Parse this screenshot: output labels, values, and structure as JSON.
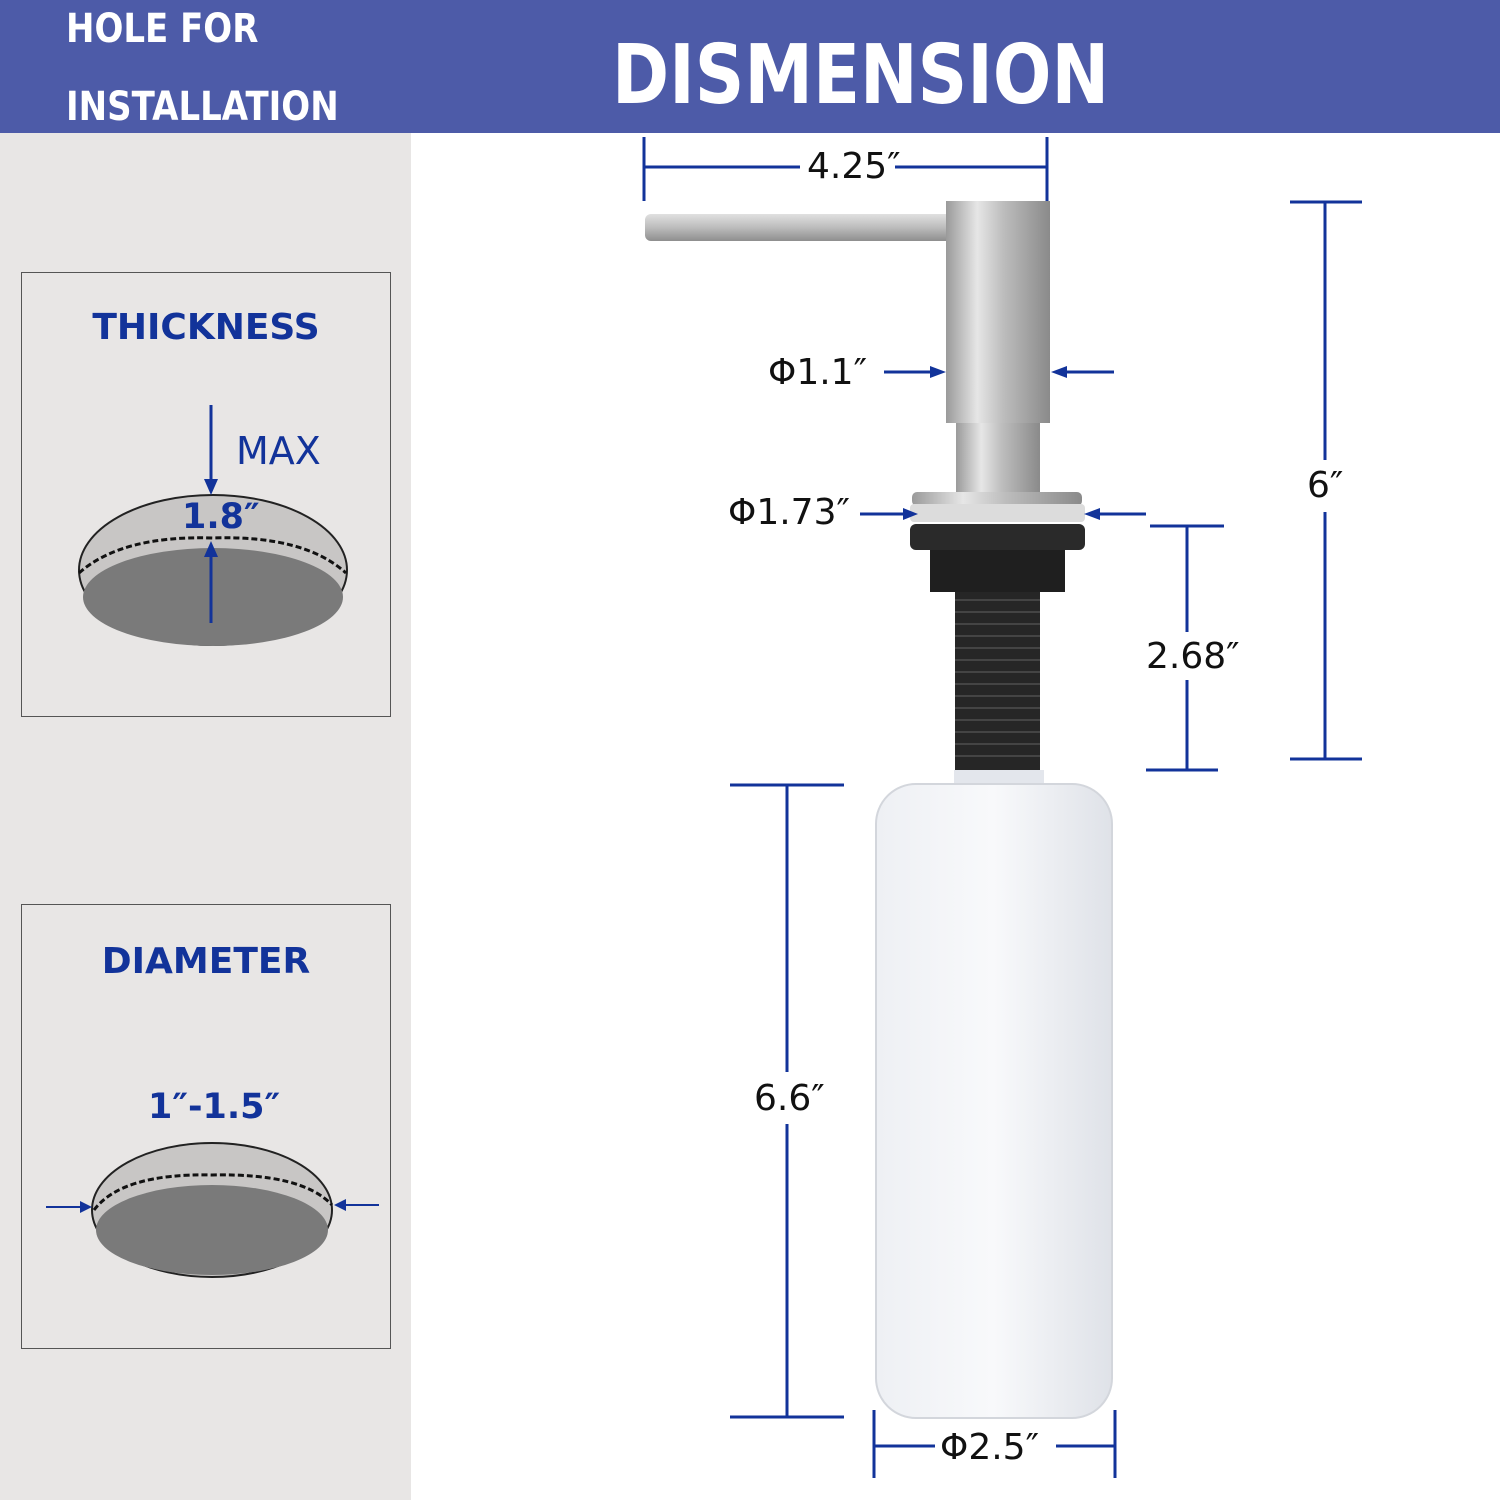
{
  "header": {
    "left_title_line1": "HOLE FOR",
    "left_title_line2": "INSTALLATION",
    "main_title": "DISMENSION"
  },
  "thickness_card": {
    "heading": "THICKNESS",
    "max_label": "MAX",
    "value": "1.8″"
  },
  "diameter_card": {
    "heading": "DIAMETER",
    "value": "1″-1.5″"
  },
  "dimensions": {
    "spout_length": "4.25″",
    "head_diameter": "Φ1.1″",
    "flange_diameter": "Φ1.73″",
    "total_height": "6″",
    "shank_length": "2.68″",
    "bottle_height": "6.6″",
    "bottle_diameter": "Φ2.5″"
  },
  "colors": {
    "header_band": "#4d5ba8",
    "dimension_blue": "#12339a",
    "panel_gray": "#e8e6e5"
  }
}
